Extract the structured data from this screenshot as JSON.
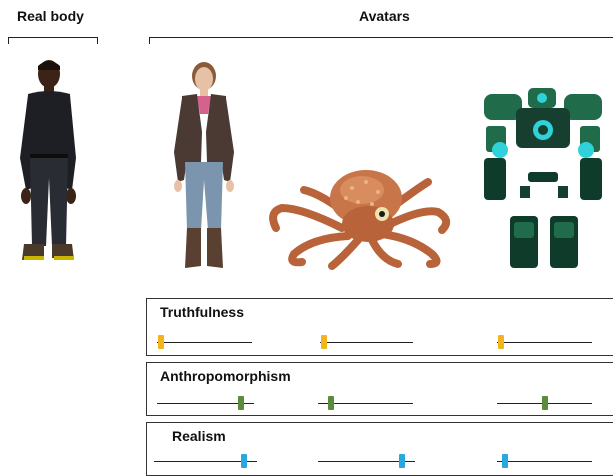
{
  "headings": {
    "real_body": "Real body",
    "avatars": "Avatars"
  },
  "figures": [
    {
      "name": "real-body-man-figure",
      "kind": "real human"
    },
    {
      "name": "avatar-woman-figure",
      "kind": "human avatar"
    },
    {
      "name": "avatar-octopus-figure",
      "kind": "octopus avatar"
    },
    {
      "name": "avatar-robot-figure",
      "kind": "robot avatar"
    }
  ],
  "scales": [
    {
      "id": "truthfulness",
      "title": "Truthfulness",
      "color": "#f2b51d",
      "values": [
        0.0,
        0.0,
        0.0
      ]
    },
    {
      "id": "anthropomorphism",
      "title": "Anthropomorphism",
      "color": "#5b8c3c",
      "values": [
        0.9,
        0.1,
        0.5
      ]
    },
    {
      "id": "realism",
      "title": "Realism",
      "color": "#29a8df",
      "values": [
        0.9,
        0.9,
        0.05
      ]
    }
  ],
  "colors": {
    "truthfulness_marker": "#f2b51d",
    "anthropomorphism_marker": "#5b8c3c",
    "realism_marker": "#29a8df"
  }
}
